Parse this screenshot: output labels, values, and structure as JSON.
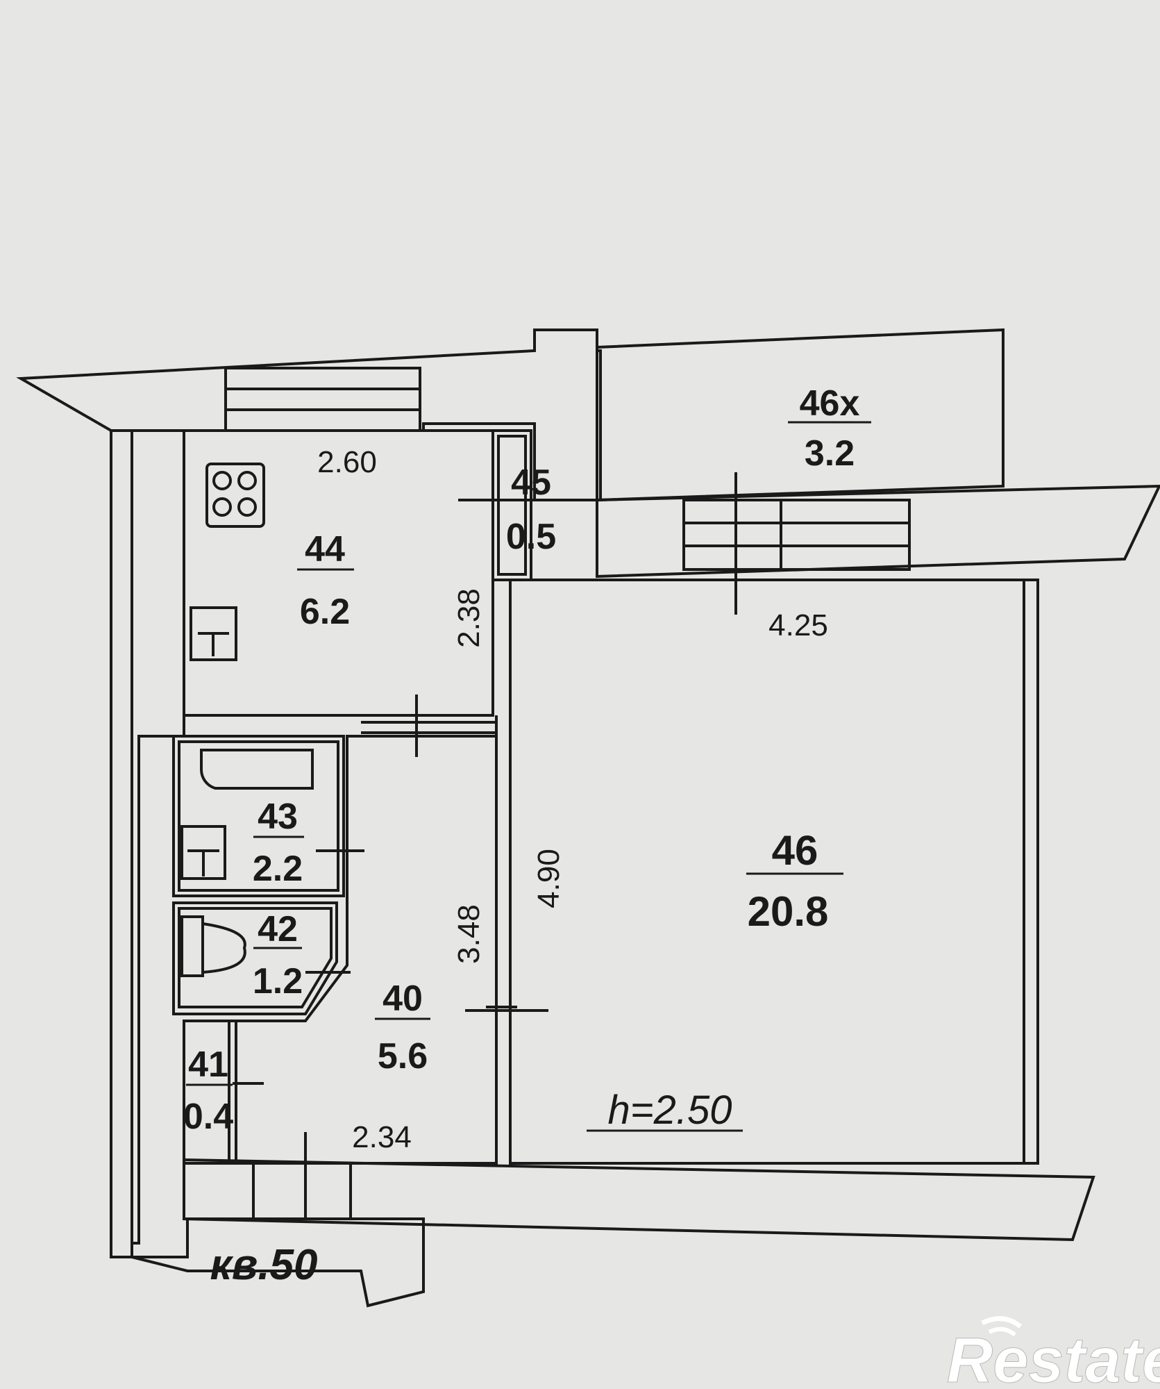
{
  "rooms": [
    {
      "id": "44",
      "area": "6.2"
    },
    {
      "id": "45",
      "area": "0.5"
    },
    {
      "id": "46x",
      "area": "3.2"
    },
    {
      "id": "43",
      "area": "2.2"
    },
    {
      "id": "42",
      "area": "1.2"
    },
    {
      "id": "40",
      "area": "5.6"
    },
    {
      "id": "41",
      "area": "0.4"
    },
    {
      "id": "46",
      "area": "20.8"
    }
  ],
  "dimensions": {
    "kitchen_width": "2.60",
    "kitchen_depth": "2.38",
    "room_width": "4.25",
    "room_depth": "4.90",
    "hall_depth": "3.48",
    "hall_width": "2.34"
  },
  "ceiling_height": "h=2.50",
  "apartment_label": "кв.50",
  "watermark": "Restate",
  "colors": {
    "background": "#e6e6e4",
    "lines": "#1a1a1a"
  }
}
